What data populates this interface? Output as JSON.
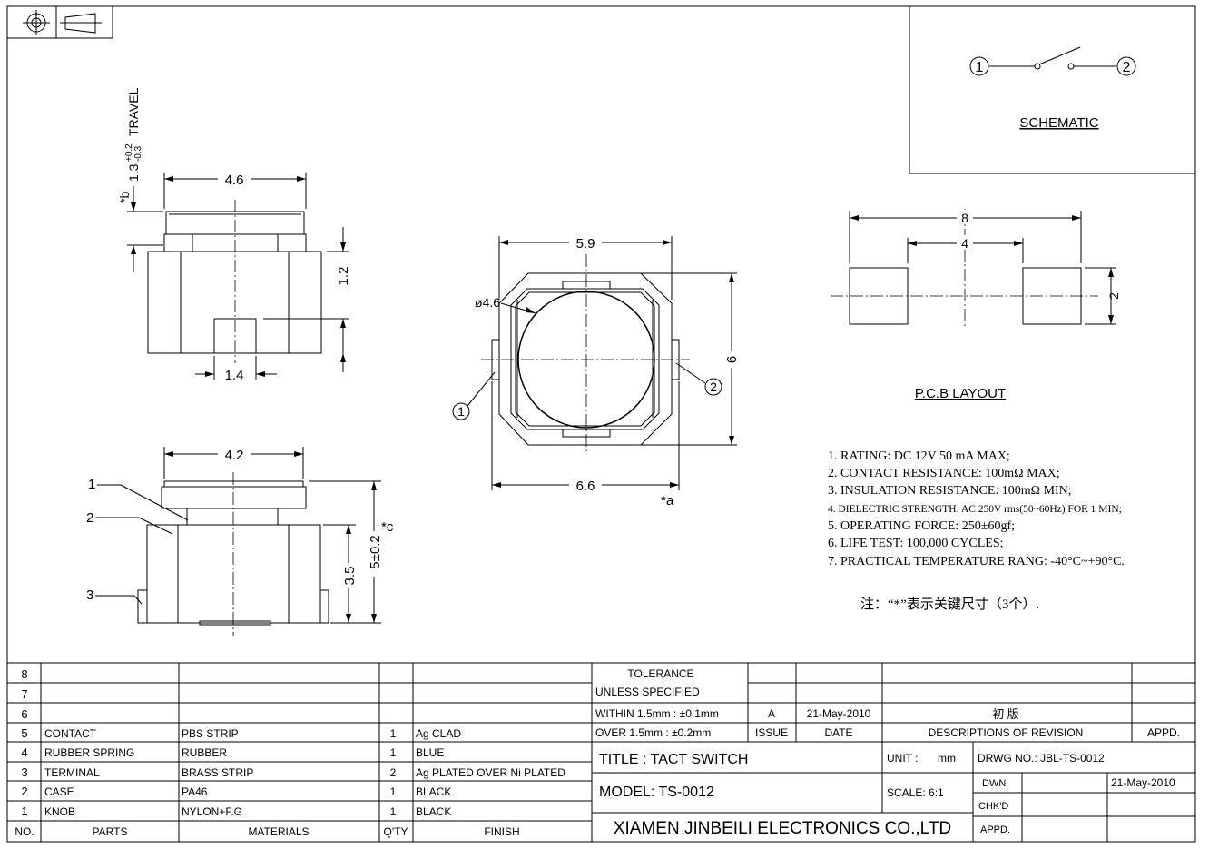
{
  "schematic": {
    "label": "SCHEMATIC",
    "pin1": "1",
    "pin2": "2"
  },
  "pcb_layout": {
    "label": "P.C.B LAYOUT",
    "dim_outer": "8",
    "dim_inner": "4",
    "dim_height": "2"
  },
  "side_view": {
    "dim_width": "4.6",
    "dim_1_2": "1.2",
    "dim_1_4": "1.4",
    "travel_main": "1.3",
    "travel_tol_up": "+0.2",
    "travel_tol_down": "-0.3",
    "travel_word": "TRAVEL",
    "travel_prefix": "*b"
  },
  "front_view": {
    "dim_width": "4.2",
    "dim_3_5": "3.5",
    "dim_5": "5±0.2",
    "dim_star": "*c",
    "callout_1": "1",
    "callout_2": "2",
    "callout_3": "3"
  },
  "top_view": {
    "dim_5_9": "5.9",
    "dim_6_6": "6.6",
    "dim_6": "6",
    "dim_dia": "ø4.6",
    "pin1": "1",
    "pin2": "2",
    "star_a": "*a"
  },
  "specs": [
    "1. RATING: DC 12V 50 mA MAX;",
    "2. CONTACT RESISTANCE: 100mΩ MAX;",
    "3. INSULATION RESISTANCE: 100mΩ MIN;",
    "4. DIELECTRIC STRENGTH: AC 250V rms(50~60Hz) FOR 1 MIN;",
    "5. OPERATING FORCE: 250±60gf;",
    "6. LIFE TEST: 100,000 CYCLES;",
    "7. PRACTICAL TEMPERATURE RANG: -40°C~+90°C."
  ],
  "note": "注：“*”表示关键尺寸（3个）.",
  "bom": {
    "headers": [
      "NO.",
      "PARTS",
      "MATERIALS",
      "Q'TY",
      "FINISH"
    ],
    "rows": [
      [
        "8",
        "",
        "",
        "",
        ""
      ],
      [
        "7",
        "",
        "",
        "",
        ""
      ],
      [
        "6",
        "",
        "",
        "",
        ""
      ],
      [
        "5",
        "CONTACT",
        "PBS STRIP",
        "1",
        "Ag CLAD"
      ],
      [
        "4",
        "RUBBER SPRING",
        "RUBBER",
        "1",
        "BLUE"
      ],
      [
        "3",
        "TERMINAL",
        "BRASS STRIP",
        "2",
        "Ag PLATED OVER Ni PLATED"
      ],
      [
        "2",
        "CASE",
        "PA46",
        "1",
        "BLACK"
      ],
      [
        "1",
        "KNOB",
        "NYLON+F.G",
        "1",
        "BLACK"
      ]
    ]
  },
  "tolerance": {
    "line1": "TOLERANCE",
    "line2": "UNLESS SPECIFIED",
    "line3": "WITHIN 1.5mm : ±0.1mm",
    "line4": "OVER 1.5mm : ±0.2mm"
  },
  "revision": {
    "issue": "A",
    "date": "21-May-2010",
    "description": "初 版",
    "h_issue": "ISSUE",
    "h_date": "DATE",
    "h_desc": "DESCRIPTIONS OF REVISION",
    "h_appd": "APPD."
  },
  "title_block": {
    "title": "TITLE :  TACT SWITCH",
    "unit_label": "UNIT :",
    "unit_value": "mm",
    "drwg_no": "DRWG NO.:  JBL-TS-0012",
    "model": "MODEL:  TS-0012",
    "scale": "SCALE:  6:1",
    "dwn": "DWN.",
    "dwn_date": "21-May-2010",
    "chkd": "CHK'D",
    "appd": "APPD.",
    "company": "XIAMEN JINBEILI ELECTRONICS CO.,LTD"
  }
}
